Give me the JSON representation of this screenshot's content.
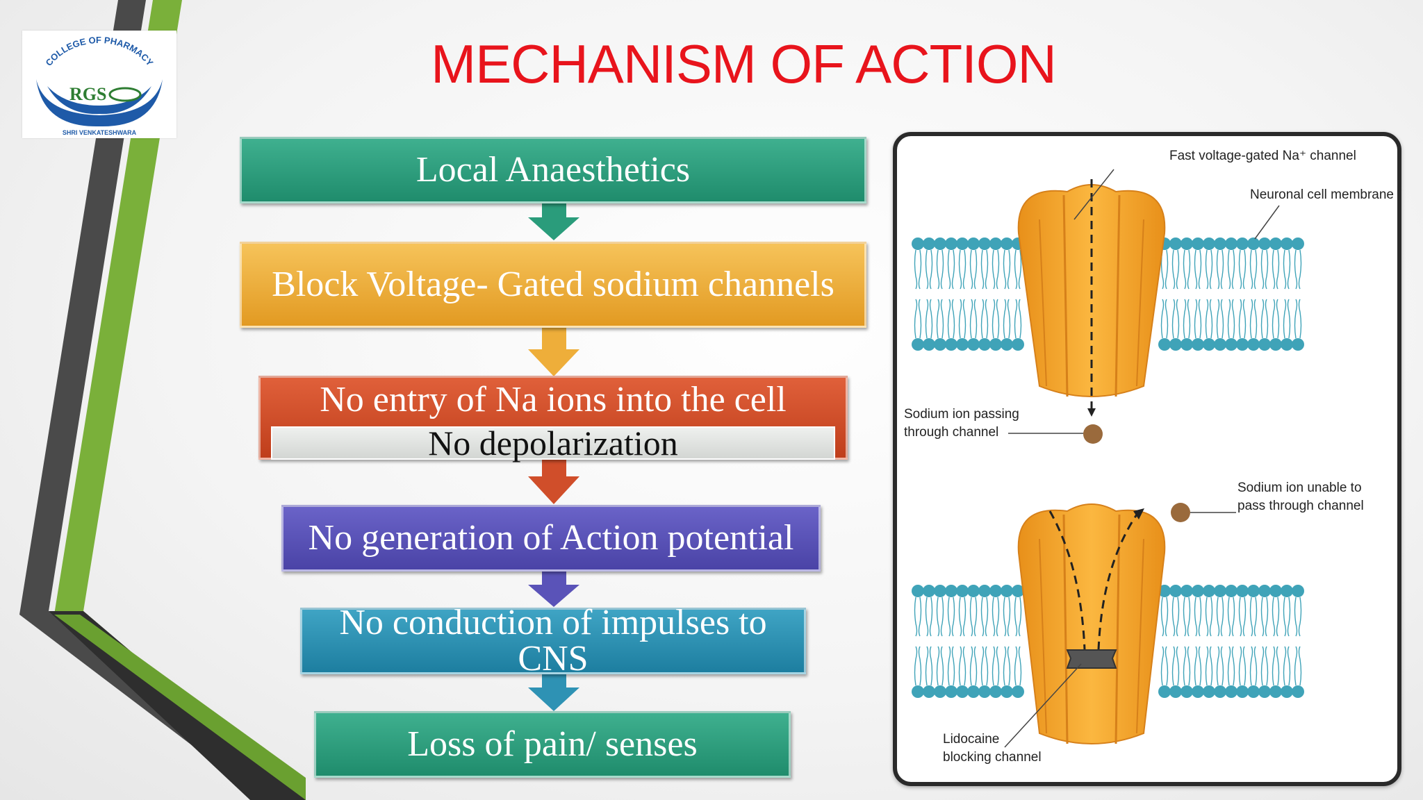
{
  "slide": {
    "title": "MECHANISM OF ACTION"
  },
  "logo": {
    "top_text": "COLLEGE OF PHARMACY",
    "mark": "RGS",
    "bottom_text": "SHRI VENKATESHWARA"
  },
  "flow": {
    "steps": [
      {
        "label": "Local Anaesthetics",
        "color": "#2a9c7b"
      },
      {
        "label": "Block Voltage- Gated sodium channels",
        "color": "#eeae3a"
      },
      {
        "label": "No entry of Na ions into the cell",
        "sub_label": "No depolarization",
        "color": "#d04e2a"
      },
      {
        "label": "No generation of Action potential",
        "color": "#5a53b8"
      },
      {
        "label": "No conduction of impulses to CNS",
        "color": "#2e92b4"
      },
      {
        "label": "Loss of pain/ senses",
        "color": "#2a9c7b"
      }
    ]
  },
  "figure": {
    "labels": {
      "channel": "Fast voltage-gated Na⁺ channel",
      "membrane": "Neuronal cell membrane",
      "passing_1": "Sodium ion passing",
      "passing_2": "through channel",
      "unable_1": "Sodium ion unable to",
      "unable_2": "pass through channel",
      "lidocaine_1": "Lidocaine",
      "lidocaine_2": "blocking channel"
    },
    "colors": {
      "channel": "#f5a324",
      "lipid_head": "#3fa3b8",
      "ion": "#9a6a3c",
      "blocker": "#555555"
    }
  },
  "theme": {
    "accent_title": "#e8141c",
    "stripe_green": "#7ab03a",
    "stripe_gray": "#4a4a4a"
  }
}
